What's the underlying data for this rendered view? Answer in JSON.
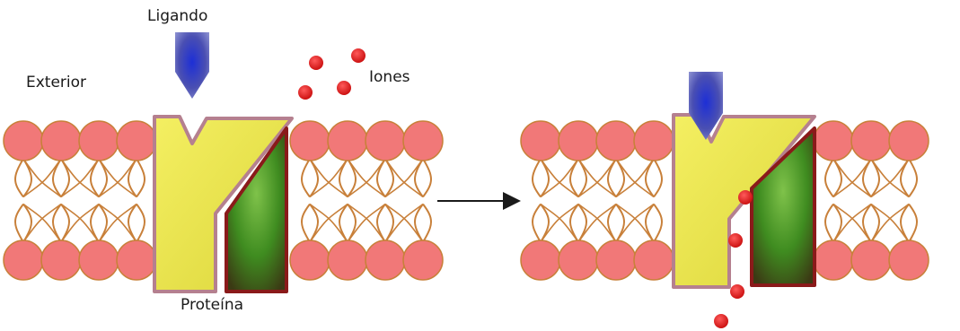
{
  "labels": {
    "ligand": "Ligando",
    "exterior": "Exterior",
    "ions": "Iones",
    "protein": "Proteína"
  },
  "colors": {
    "phospholipid_head": "#f17878",
    "phospholipid_tail": "#c8803a",
    "protein_yellow": "#f2ec56",
    "protein_green": "#3f8c20",
    "protein_outline": "#b5808f",
    "ligand_blue": "#3f45a8",
    "ion_red": "#dc1212",
    "arrow": "#1a1a1a"
  },
  "icons": [
    "ligand-arrowhead-icon",
    "transition-arrow-icon"
  ]
}
